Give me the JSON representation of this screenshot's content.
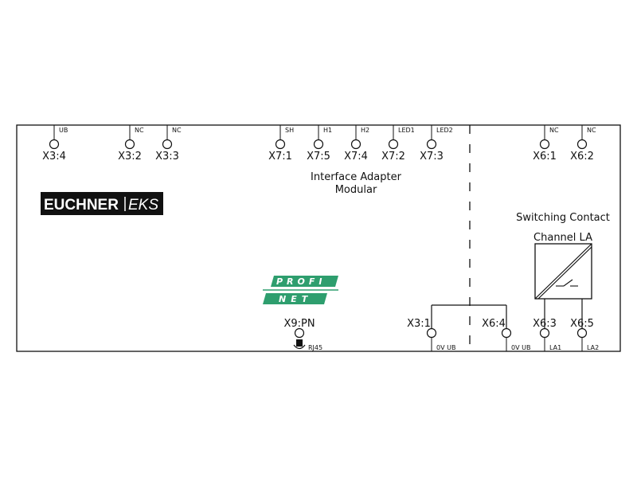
{
  "module": {
    "title_line1": "Interface Adapter",
    "title_line2": "Modular"
  },
  "brand": {
    "name": "EUCHNER",
    "product": "EKS"
  },
  "profinet": {
    "line1": "PROFI",
    "line2": "NET",
    "color": "#2e9e6e"
  },
  "switching_contact": {
    "title": "Switching Contact",
    "channel": "Channel LA"
  },
  "top_terminals": [
    {
      "pin": "X3:4",
      "signal": "UB"
    },
    {
      "pin": "X3:2",
      "signal": "NC"
    },
    {
      "pin": "X3:3",
      "signal": "NC"
    },
    {
      "pin": "X7:1",
      "signal": "SH"
    },
    {
      "pin": "X7:5",
      "signal": "H1"
    },
    {
      "pin": "X7:4",
      "signal": "H2"
    },
    {
      "pin": "X7:2",
      "signal": "LED1"
    },
    {
      "pin": "X7:3",
      "signal": "LED2"
    },
    {
      "pin": "X6:1",
      "signal": "NC"
    },
    {
      "pin": "X6:2",
      "signal": "NC"
    }
  ],
  "bottom_terminals": [
    {
      "pin": "X9:PN",
      "signal": "RJ45"
    },
    {
      "pin": "X3:1",
      "signal": "0V UB"
    },
    {
      "pin": "X6:4",
      "signal": "0V UB"
    },
    {
      "pin": "X6:3",
      "signal": "LA1"
    },
    {
      "pin": "X6:5",
      "signal": "LA2"
    }
  ]
}
